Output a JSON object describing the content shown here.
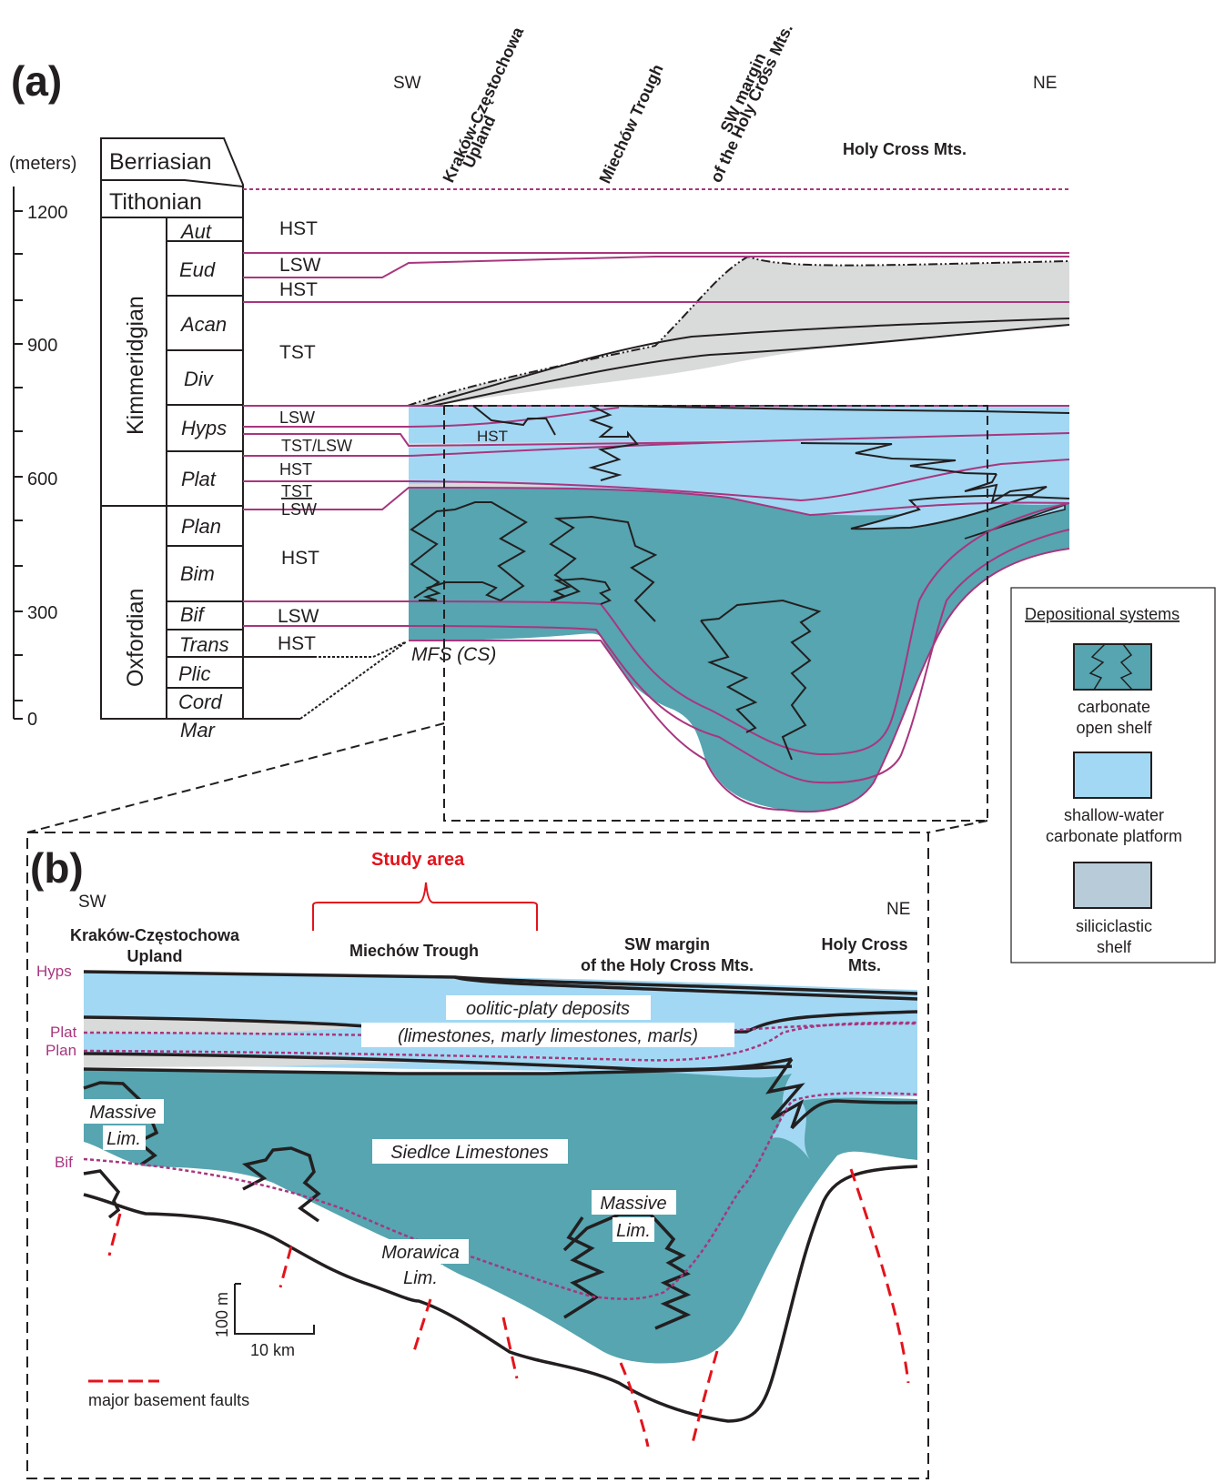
{
  "panel_a": {
    "label": "(a)",
    "direction_left": "SW",
    "direction_right": "NE",
    "axis_unit": "(meters)",
    "axis_ticks": [
      "1200",
      "900",
      "600",
      "300",
      "0"
    ],
    "stages": [
      {
        "name": "Berriasian"
      },
      {
        "name": "Tithonian"
      },
      {
        "name": "Kimmeridgian"
      },
      {
        "name": "Oxfordian"
      }
    ],
    "zones": [
      "Aut",
      "Eud",
      "Acan",
      "Div",
      "Hyps",
      "Plat",
      "Plan",
      "Bim",
      "Bif",
      "Trans",
      "Plic",
      "Cord",
      "Mar"
    ],
    "systems_tracts": {
      "aut": "HST",
      "eud_lsw": "LSW",
      "eud_hst": "HST",
      "acan_div": "TST",
      "hyps_lsw": "LSW",
      "hyps_tstlsw": "TST/LSW",
      "plat_hst": "HST",
      "plat_tst": "TST",
      "plan_lsw": "LSW",
      "bim": "HST",
      "bif": "LSW",
      "trans": "HST",
      "inner_hst": "HST"
    },
    "mfs_label": "MFS (CS)",
    "regions": [
      "Kraków-Częstochowa Upland",
      "Miechów Trough",
      "SW margin of the Holy Cross Mts.",
      "Holy Cross Mts."
    ]
  },
  "legend": {
    "title": "Depositional systems",
    "items": [
      {
        "label_1": "carbonate",
        "label_2": "open shelf",
        "color": "#56a5b0"
      },
      {
        "label_1": "shallow-water",
        "label_2": "carbonate platform",
        "color": "#a2d8f3"
      },
      {
        "label_1": "siliciclastic",
        "label_2": "shelf",
        "color": "#b7cbd8"
      }
    ]
  },
  "panel_b": {
    "label": "(b)",
    "direction_left": "SW",
    "direction_right": "NE",
    "study_area": "Study area",
    "regions": {
      "kc_1": "Kraków-Częstochowa",
      "kc_2": "Upland",
      "mt": "Miechów Trough",
      "sw_1": "SW margin",
      "sw_2": "of the Holy Cross Mts.",
      "hc_1": "Holy Cross",
      "hc_2": "Mts."
    },
    "horizon_labels": [
      "Hyps",
      "Plat",
      "Plan",
      "Bif"
    ],
    "units": {
      "oolitic_1": "oolitic-platy deposits",
      "oolitic_2": "(limestones, marly limestones, marls)",
      "massive_1a": "Massive",
      "massive_1b": "Lim.",
      "siedlce": "Siedlce Limestones",
      "massive_2a": "Massive",
      "massive_2b": "Lim.",
      "morawica_a": "Morawica",
      "morawica_b": "Lim."
    },
    "scale": {
      "vertical": "100 m",
      "horizontal": "10 km"
    },
    "fault_legend": "major basement faults"
  },
  "colors": {
    "open_shelf": "#56a5b0",
    "platform": "#a2d8f3",
    "siliciclastic": "#d9dada",
    "horizon": "#a8367f",
    "fault": "#e3131b",
    "ink": "#231f20"
  }
}
